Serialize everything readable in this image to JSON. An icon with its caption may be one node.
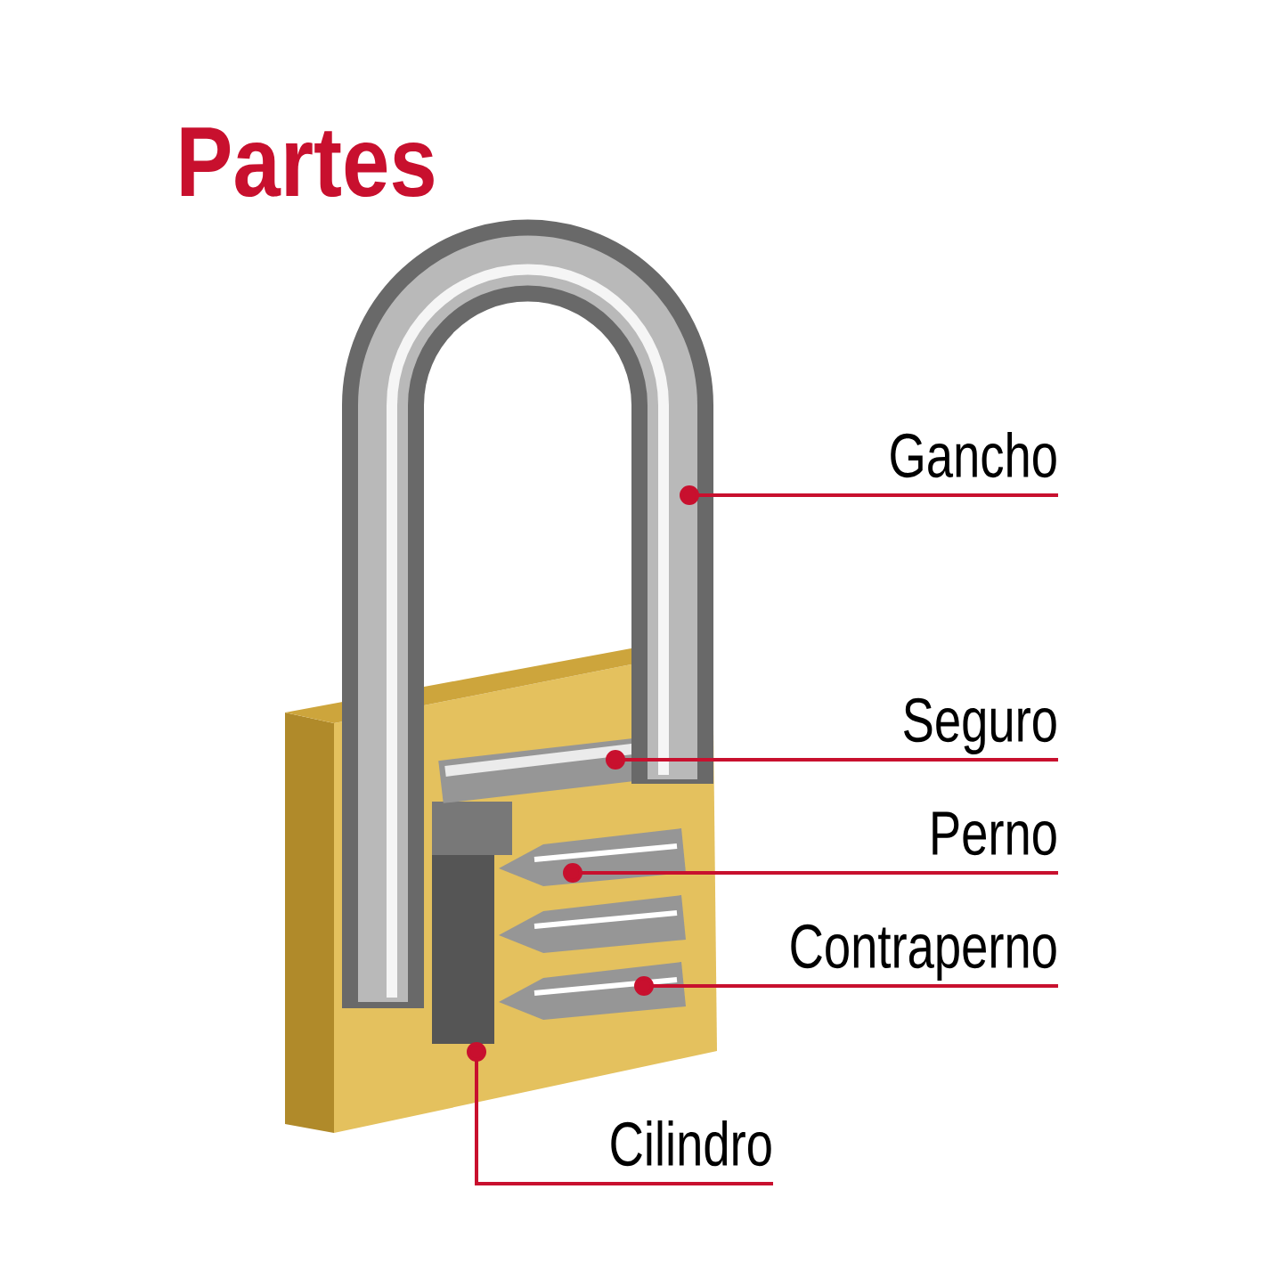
{
  "diagram": {
    "title": "Partes",
    "nodes": [
      {
        "text": [
          "Gancho"
        ]
      },
      {
        "text": [
          "Seguro"
        ]
      },
      {
        "text": [
          "Perno"
        ]
      },
      {
        "text": [
          "Contraperno"
        ]
      },
      {
        "text": [
          "Cilindro"
        ]
      }
    ],
    "edges": [
      {
        "from": 0,
        "to": null,
        "arrow": "other"
      },
      {
        "from": 1,
        "to": null,
        "arrow": "other"
      },
      {
        "from": 2,
        "to": null,
        "arrow": "other"
      },
      {
        "from": 3,
        "to": null,
        "arrow": "other"
      },
      {
        "from": 4,
        "to": null,
        "arrow": "other"
      }
    ]
  }
}
